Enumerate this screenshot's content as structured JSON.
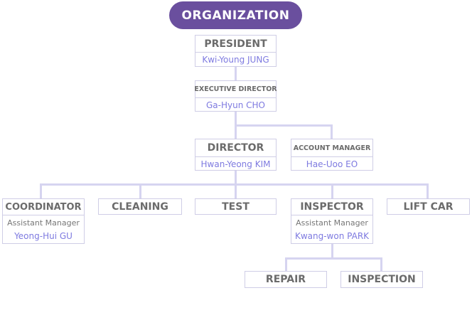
{
  "title": "ORGANIZATION",
  "president": {
    "title": "PRESIDENT",
    "name": "Kwi-Young JUNG"
  },
  "executive": {
    "title": "EXECUTIVE DIRECTOR",
    "name": "Ga-Hyun CHO"
  },
  "director": {
    "title": "DIRECTOR",
    "name": "Hwan-Yeong KIM"
  },
  "account": {
    "title": "ACCOUNT MANAGER",
    "name": "Hae-Uoo EO"
  },
  "coordinator": {
    "title": "COORDINATOR",
    "role": "Assistant Manager",
    "name": "Yeong-Hui GU"
  },
  "cleaning": {
    "title": "CLEANING"
  },
  "test": {
    "title": "TEST"
  },
  "inspector": {
    "title": "INSPECTOR",
    "role": "Assistant Manager",
    "name": "Kwang-won PARK"
  },
  "liftcar": {
    "title": "LIFT CAR"
  },
  "repair": {
    "title": "REPAIR"
  },
  "inspection": {
    "title": "INSPECTION"
  },
  "colors": {
    "title_bg": "#6a4f9e",
    "title_text": "#ffffff",
    "connector": "#d6d4f0",
    "box_border": "#cfcde6",
    "box_title": "#6b6b6b",
    "name_text": "#7e7ae0"
  }
}
